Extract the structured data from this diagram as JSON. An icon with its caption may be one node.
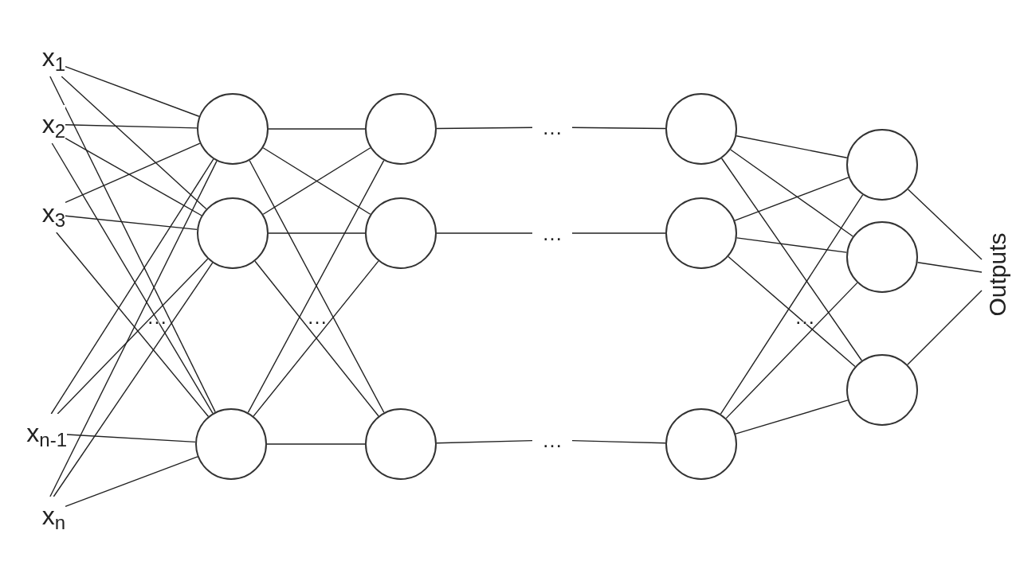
{
  "diagram": {
    "nodes": [
      {
        "text": [
          "x$_{1}$"
        ]
      },
      {
        "text": [
          "x$_{2}$"
        ]
      },
      {
        "text": [
          "x$_{3}$"
        ]
      },
      {
        "text": [
          "x$_{n-1}$"
        ]
      },
      {
        "text": [
          "x$_{n}$"
        ]
      },
      {
        "text": [],
        "shape": "circle"
      },
      {
        "text": [],
        "shape": "circle"
      },
      {
        "text": [],
        "shape": "circle"
      },
      {
        "text": [],
        "shape": "circle"
      },
      {
        "text": [],
        "shape": "circle"
      },
      {
        "text": [],
        "shape": "circle"
      },
      {
        "text": [
          "…"
        ]
      },
      {
        "text": [
          "…"
        ]
      },
      {
        "text": [
          "…"
        ]
      },
      {
        "text": [],
        "shape": "circle"
      },
      {
        "text": [],
        "shape": "circle"
      },
      {
        "text": [],
        "shape": "circle"
      },
      {
        "text": [],
        "shape": "circle"
      },
      {
        "text": [],
        "shape": "circle"
      },
      {
        "text": [],
        "shape": "circle"
      },
      {
        "text": [
          "Outputs"
        ]
      }
    ],
    "edges": [
      {
        "from": 0,
        "to": 5,
        "arrow": "none"
      },
      {
        "from": 0,
        "to": 6,
        "arrow": "none"
      },
      {
        "from": 0,
        "to": 7,
        "arrow": "none"
      },
      {
        "from": 1,
        "to": 5,
        "arrow": "none"
      },
      {
        "from": 1,
        "to": 6,
        "arrow": "none"
      },
      {
        "from": 1,
        "to": 7,
        "arrow": "none"
      },
      {
        "from": 2,
        "to": 5,
        "arrow": "none"
      },
      {
        "from": 2,
        "to": 6,
        "arrow": "none"
      },
      {
        "from": 2,
        "to": 7,
        "arrow": "none"
      },
      {
        "from": 3,
        "to": 5,
        "arrow": "none"
      },
      {
        "from": 3,
        "to": 6,
        "arrow": "none"
      },
      {
        "from": 3,
        "to": 7,
        "arrow": "none"
      },
      {
        "from": 4,
        "to": 5,
        "arrow": "none"
      },
      {
        "from": 4,
        "to": 6,
        "arrow": "none"
      },
      {
        "from": 4,
        "to": 7,
        "arrow": "none"
      },
      {
        "from": 5,
        "to": 8,
        "arrow": "none"
      },
      {
        "from": 5,
        "to": 9,
        "arrow": "none"
      },
      {
        "from": 5,
        "to": 10,
        "arrow": "none"
      },
      {
        "from": 6,
        "to": 8,
        "arrow": "none"
      },
      {
        "from": 6,
        "to": 9,
        "arrow": "none"
      },
      {
        "from": 6,
        "to": 10,
        "arrow": "none"
      },
      {
        "from": 7,
        "to": 8,
        "arrow": "none"
      },
      {
        "from": 7,
        "to": 9,
        "arrow": "none"
      },
      {
        "from": 7,
        "to": 10,
        "arrow": "none"
      },
      {
        "from": 8,
        "to": 11,
        "arrow": "none"
      },
      {
        "from": 9,
        "to": 12,
        "arrow": "none"
      },
      {
        "from": 10,
        "to": 13,
        "arrow": "none"
      },
      {
        "from": 11,
        "to": 14,
        "arrow": "none"
      },
      {
        "from": 12,
        "to": 15,
        "arrow": "none"
      },
      {
        "from": 13,
        "to": 16,
        "arrow": "none"
      },
      {
        "from": 14,
        "to": 17,
        "arrow": "none"
      },
      {
        "from": 14,
        "to": 18,
        "arrow": "none"
      },
      {
        "from": 14,
        "to": 19,
        "arrow": "none"
      },
      {
        "from": 15,
        "to": 17,
        "arrow": "none"
      },
      {
        "from": 15,
        "to": 18,
        "arrow": "none"
      },
      {
        "from": 15,
        "to": 19,
        "arrow": "none"
      },
      {
        "from": 16,
        "to": 17,
        "arrow": "none"
      },
      {
        "from": 16,
        "to": 18,
        "arrow": "none"
      },
      {
        "from": 16,
        "to": 19,
        "arrow": "none"
      },
      {
        "from": 17,
        "to": 20,
        "arrow": "none"
      },
      {
        "from": 18,
        "to": 20,
        "arrow": "none"
      },
      {
        "from": 19,
        "to": 20,
        "arrow": "none"
      }
    ],
    "labels": [
      "…",
      "…",
      "…"
    ]
  }
}
